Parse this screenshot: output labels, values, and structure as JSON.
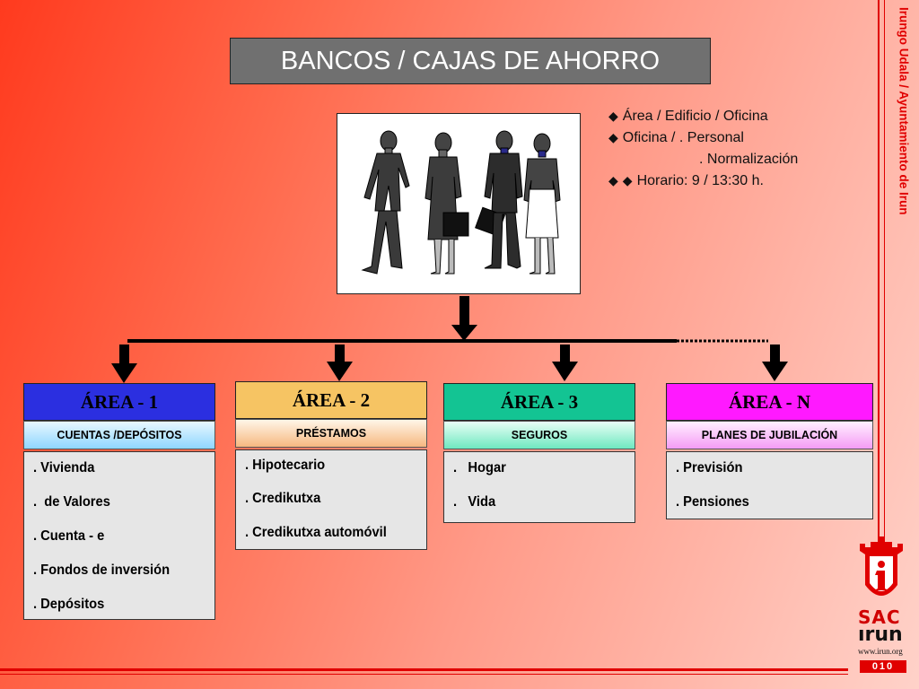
{
  "title": "BANCOS / CAJAS DE AHORRO",
  "info": {
    "line1": "Área / Edificio / Oficina",
    "line2": "Oficina / . Personal",
    "line3": ". Normalización",
    "line4": "Horario: 9 / 13:30 h."
  },
  "side_text": "Irungo  Udala / Ayuntamiento de Irun",
  "areas": [
    {
      "header": "ÁREA  - 1",
      "subtitle": "CUENTAS /DEPÓSITOS",
      "items": [
        ". Vivienda",
        ".  de Valores",
        ". Cuenta - e",
        ". Fondos de inversión",
        ". Depósitos"
      ],
      "header_color": "#2b2fe0",
      "header_text_color": "#000000"
    },
    {
      "header": "ÁREA - 2",
      "subtitle": "PRÉSTAMOS",
      "items": [
        ". Hipotecario",
        ". Credikutxa",
        ". Credikutxa automóvil"
      ],
      "header_color": "#f6c463"
    },
    {
      "header": "ÁREA - 3",
      "subtitle": "SEGUROS",
      "items": [
        ".   Hogar",
        ".   Vida"
      ],
      "header_color": "#13c493"
    },
    {
      "header": "ÁREA - N",
      "subtitle": "PLANES   DE JUBILACIÓN",
      "items": [
        ". Previsión",
        ". Pensiones"
      ],
      "header_color": "#ff19ff"
    }
  ],
  "logo": {
    "line1": "SAC",
    "line2": "ırun",
    "url": "www.irun.org",
    "page": "010"
  },
  "colors": {
    "accent_red": "#e00000",
    "title_bg": "#707070"
  }
}
